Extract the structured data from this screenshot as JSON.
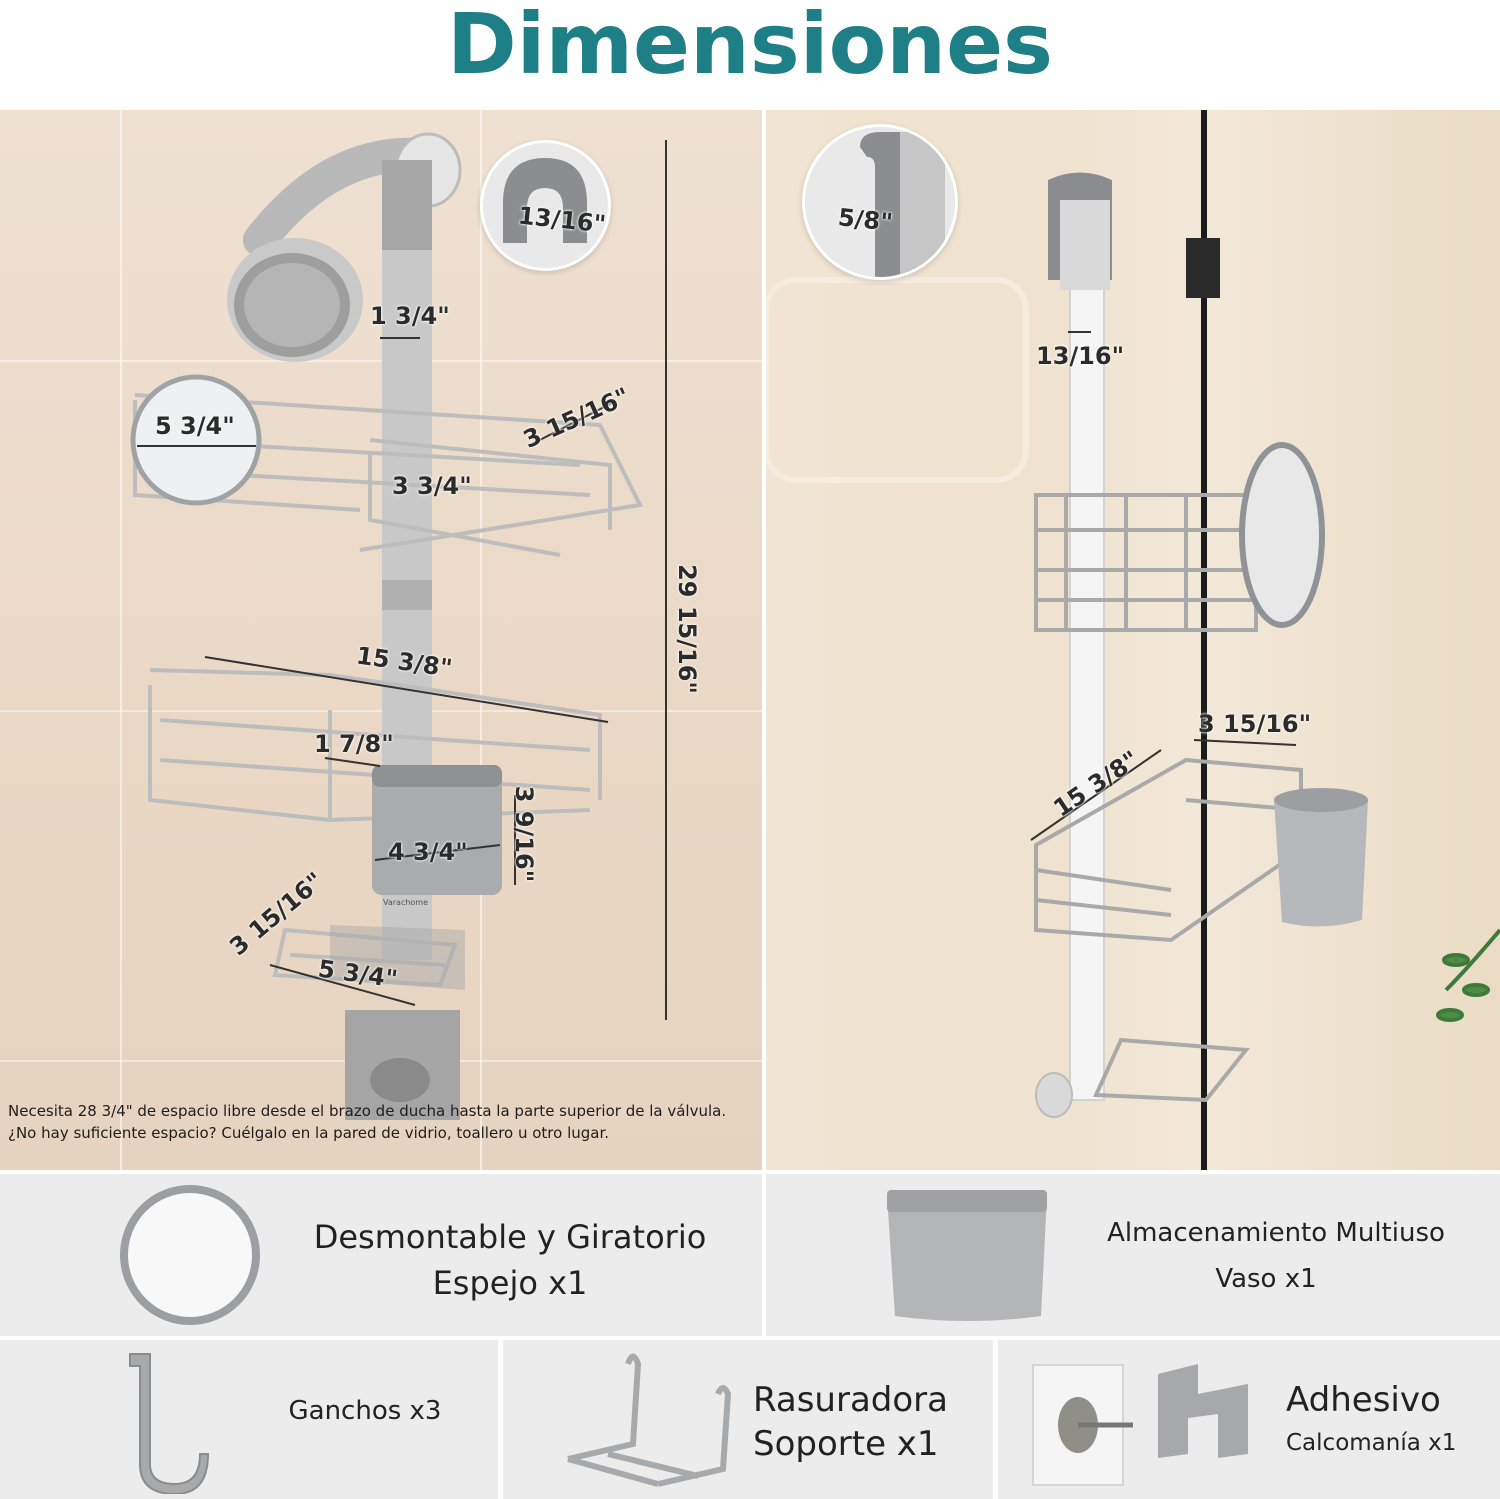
{
  "title": "Dimensiones",
  "left": {
    "dims": {
      "hook_width": "13/16\"",
      "pole_width": "1 3/4\"",
      "mirror_diameter": "5 3/4\"",
      "top_basket_depth": "3 15/16\"",
      "top_inner": "3 3/4\"",
      "total_height": "29 15/16\"",
      "mid_basket_width": "15 3/8\"",
      "mid_inner": "1 7/8\"",
      "cup_height": "3 9/16\"",
      "cup_width": "4 3/4\"",
      "soap_depth": "3 15/16\"",
      "soap_width": "5 3/4\""
    },
    "brand": "Varachome",
    "note": "Necesita 28 3/4\" de espacio libre desde el brazo de ducha hasta la parte superior de la válvula. ¿No hay suficiente espacio? Cuélgalo en la pared de vidrio, toallero u otro lugar."
  },
  "right": {
    "dims": {
      "clip_width": "5/8\"",
      "pole_width": "13/16\"",
      "basket_depth": "3 15/16\"",
      "basket_width": "15 3/8\""
    }
  },
  "accessories": {
    "mirror": {
      "line1": "Desmontable y Giratorio",
      "line2": "Espejo x1"
    },
    "cup": {
      "line1": "Almacenamiento Multiuso",
      "line2": "Vaso x1"
    },
    "hooks": {
      "label": "Ganchos x3"
    },
    "razor": {
      "line1": "Rasuradora",
      "line2": "Soporte x1"
    },
    "adhesive": {
      "line1": "Adhesivo",
      "line2": "Calcomanía x1"
    }
  }
}
